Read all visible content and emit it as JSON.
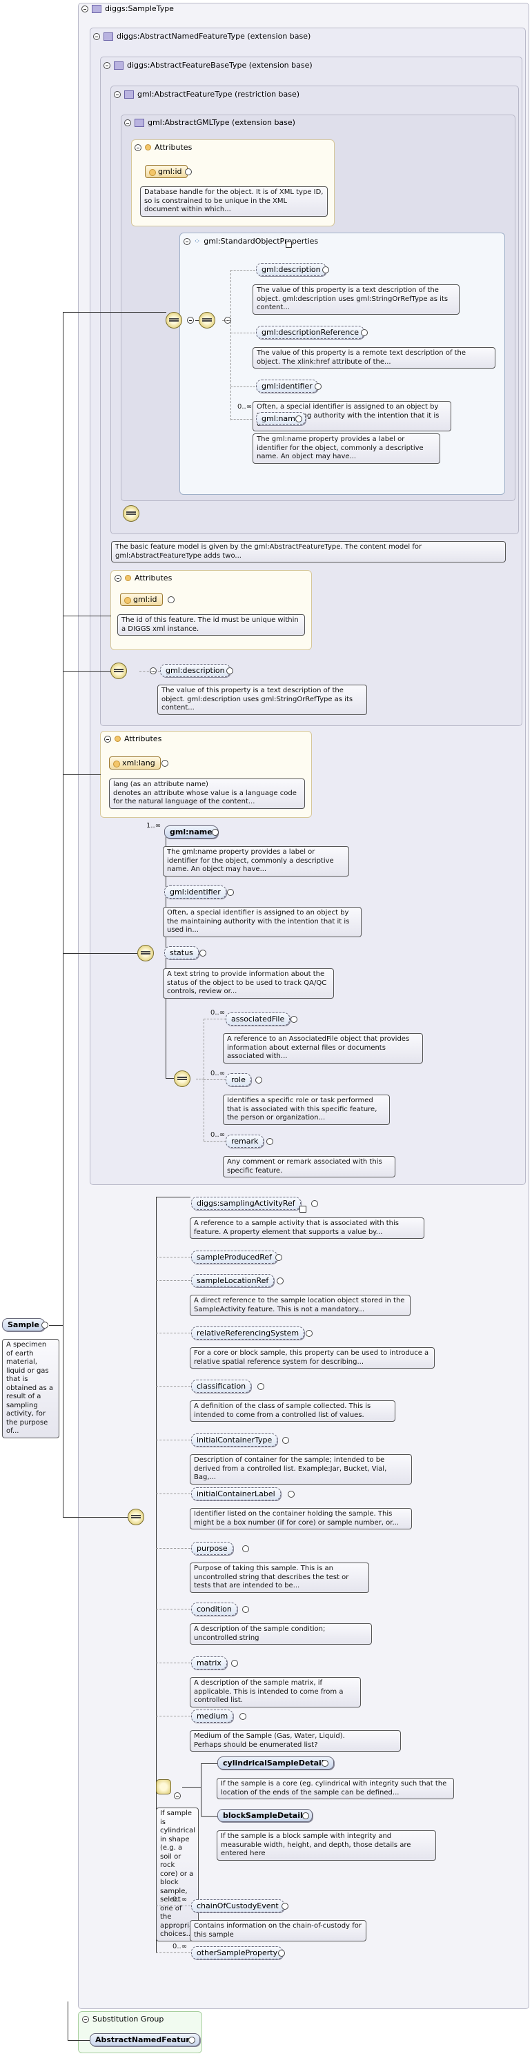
{
  "root": {
    "name": "Sample",
    "doc": "A specimen of earth material, liquid or gas that is obtained as a result of a sampling activity, for the purpose of..."
  },
  "types": {
    "sample_type": "diggs:SampleType",
    "named": "diggs:AbstractNamedFeatureType (extension base)",
    "feature": "diggs:AbstractFeatureBaseType (extension base)",
    "gml_feature": "gml:AbstractFeatureType (restriction base)",
    "gml_type": "gml:AbstractGMLType (extension base)"
  },
  "attributes_label": "Attributes",
  "gml_id": {
    "name": "gml:id",
    "doc": "Database handle for the object. It is of XML type ID, so is constrained to be unique in the XML document within which..."
  },
  "std_props": {
    "name": "gml:StandardObjectProperties",
    "items": [
      {
        "name": "gml:description",
        "doc": "The value of this property is a text description of the object. gml:description uses gml:StringOrRefType as its content..."
      },
      {
        "name": "gml:descriptionReference",
        "doc": "The value of this property is a remote text description of the object. The xlink:href attribute of the..."
      },
      {
        "name": "gml:identifier",
        "doc": "Often, a special identifier is assigned to an object by the maintaining authority with the intention that it is used in..."
      },
      {
        "name": "gml:name",
        "card": "0..∞",
        "doc": "The gml:name property provides a label or identifier for the object, commonly a descriptive name. An object may have..."
      }
    ]
  },
  "feature_doc": "The basic feature model is given by the gml:AbstractFeatureType. The content model for gml:AbstractFeatureType adds two...",
  "fb_id": {
    "name": "gml:id",
    "doc": "The id of this feature. The id must be unique within a DIGGS xml instance."
  },
  "fb_description": {
    "name": "gml:description",
    "doc": "The value of this property is a text description of the object. gml:description uses gml:StringOrRefType as its content..."
  },
  "xml_lang": {
    "name": "xml:lang",
    "doc": "lang (as an attribute name)\ndenotes an attribute whose value is a language code\nfor the natural language of the content..."
  },
  "named_items": [
    {
      "name": "gml:name",
      "card": "1..∞",
      "doc": "The gml:name property provides a label or identifier for the object, commonly a descriptive name. An object may have..."
    },
    {
      "name": "gml:identifier",
      "doc": "Often, a special identifier is assigned to an object by the maintaining authority with the intention that it is used in..."
    },
    {
      "name": "status",
      "doc": "A text string to provide information about the status of the object to be used to track QA/QC controls, review or..."
    }
  ],
  "named_sub": [
    {
      "name": "associatedFile",
      "card": "0..∞",
      "doc": "A reference to an AssociatedFile object that provides information about external files or documents associated with..."
    },
    {
      "name": "role",
      "card": "0..∞",
      "doc": "Identifies a specific role or task performed that is associated with this specific feature, the person or organization..."
    },
    {
      "name": "remark",
      "card": "0..∞",
      "doc": "Any comment or remark associated with this specific feature."
    }
  ],
  "sample_items": [
    {
      "name": "diggs:samplingActivityRef",
      "doc": "A reference to a sample activity that is associated with this feature. A property element that supports a value by..."
    },
    {
      "name": "sampleProducedRef",
      "doc": ""
    },
    {
      "name": "sampleLocationRef",
      "doc": "A direct reference to the sample location object stored in the SampleActivity feature. This is not a mandatory..."
    },
    {
      "name": "relativeReferencingSystem",
      "doc": "For a core or block sample, this property can be used to introduce a relative spatial reference system for describing..."
    },
    {
      "name": "classification",
      "doc": "A definition of the class of sample collected. This is intended to come from a controlled list of values."
    },
    {
      "name": "initialContainerType",
      "doc": "Description of container for the sample; intended to be derived from a controlled list. Example:Jar, Bucket, Vial, Bag,..."
    },
    {
      "name": "initialContainerLabel",
      "doc": "Identifier listed on the container holding the sample. This might be a box number (if for core) or sample number, or..."
    },
    {
      "name": "purpose",
      "doc": "Purpose of taking this sample. This is an uncontrolled string that describes the test or tests that are intended to be..."
    },
    {
      "name": "condition",
      "doc": "A description of the sample condition; uncontrolled string"
    },
    {
      "name": "matrix",
      "doc": "A description of the sample matrix, if applicable. This is intended to come from a controlled list."
    },
    {
      "name": "medium",
      "doc": "Medium of the Sample (Gas, Water, Liquid).\nPerhaps should be enumerated list?"
    }
  ],
  "choice": {
    "doc": "If sample is cylindrical in shape (e.g. a soil or rock core) or a block sample, select one of the appropriate choices...",
    "items": [
      {
        "name": "cylindricalSampleDetails",
        "doc": "If the sample is a core (eg. cylindrical with integrity such that the location of the ends of the sample can be defined..."
      },
      {
        "name": "blockSampleDetails",
        "doc": "If the sample is a block sample with integrity and measurable width, height, and depth, those details are entered here"
      }
    ]
  },
  "tail_items": [
    {
      "name": "chainOfCustodyEvent",
      "card": "0..∞",
      "doc": "Contains information on the chain-of-custody for this sample"
    },
    {
      "name": "otherSampleProperty",
      "card": "0..∞",
      "doc": ""
    }
  ],
  "substitution": {
    "label": "Substitution Group",
    "name": "AbstractNamedFeature"
  }
}
